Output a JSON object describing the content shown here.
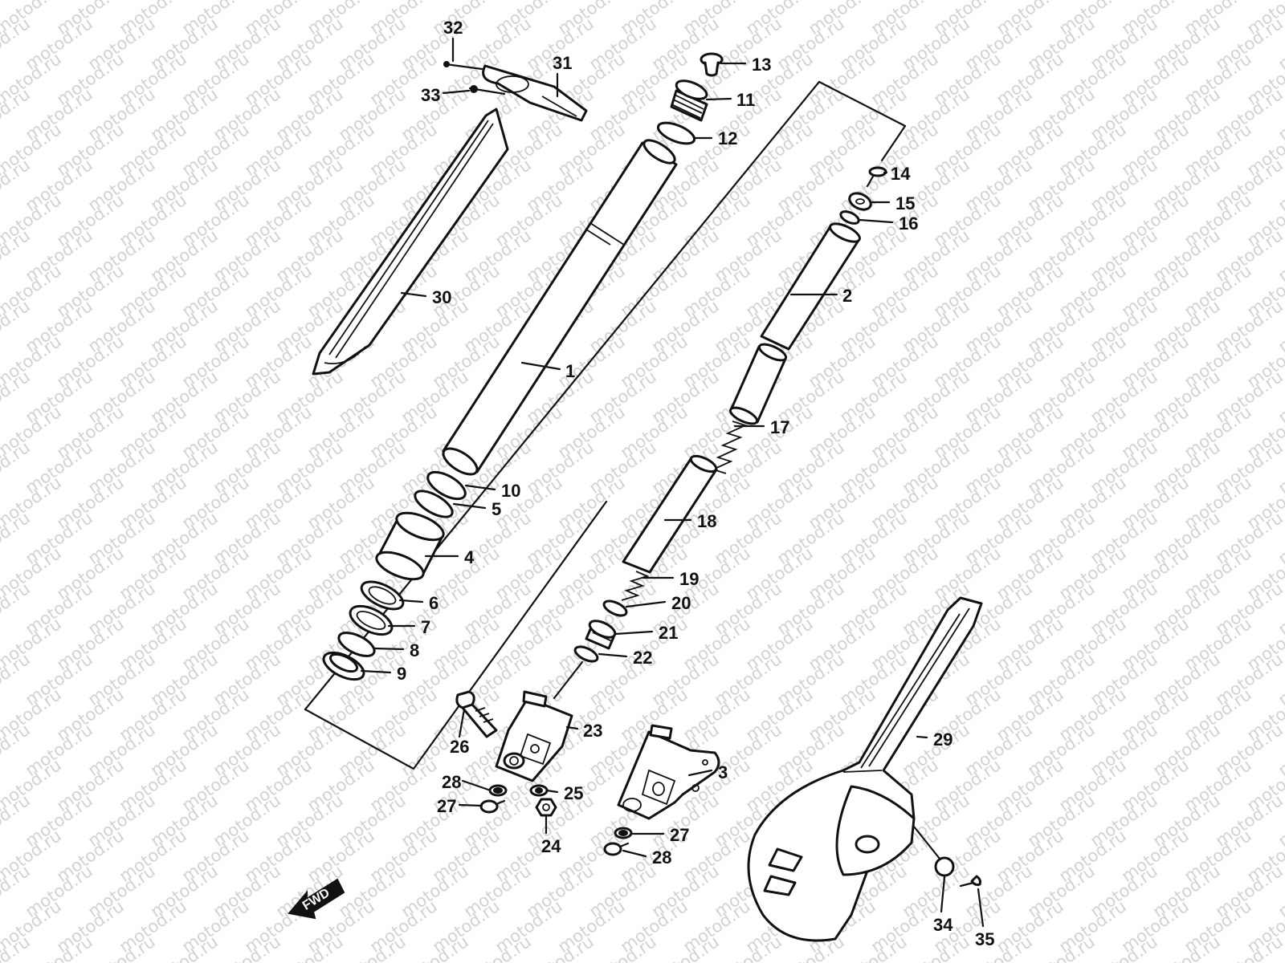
{
  "watermark": "motod.ru",
  "fwd_label": "FWD",
  "callouts": [
    "1",
    "2",
    "3",
    "4",
    "5",
    "6",
    "7",
    "8",
    "9",
    "10",
    "11",
    "12",
    "13",
    "14",
    "15",
    "16",
    "17",
    "18",
    "19",
    "20",
    "21",
    "22",
    "23",
    "24",
    "25",
    "26",
    "27",
    "28",
    "29",
    "30",
    "31",
    "32",
    "33",
    "34",
    "35"
  ],
  "extra_callouts": [
    "27",
    "28"
  ]
}
